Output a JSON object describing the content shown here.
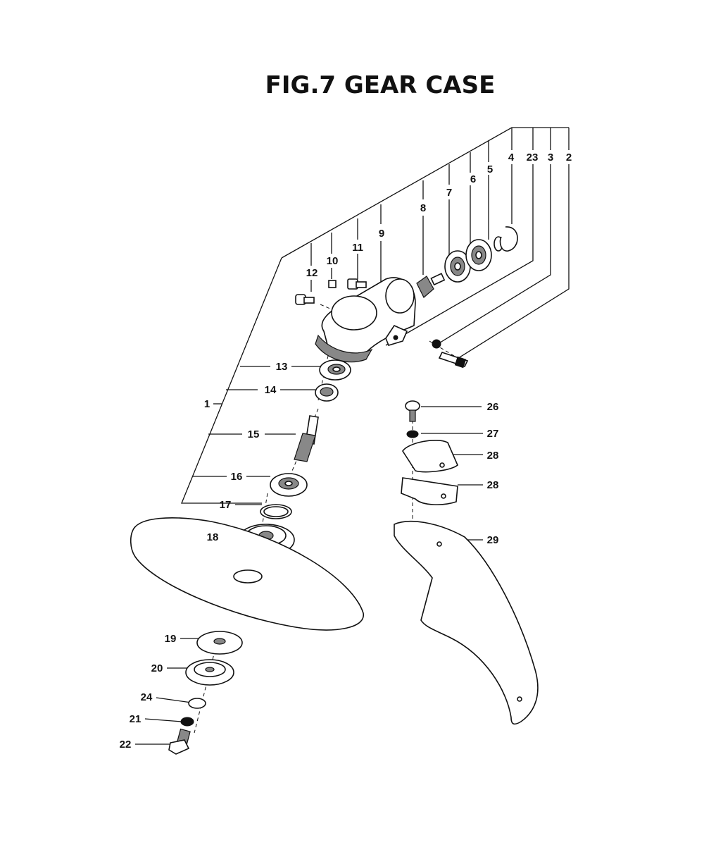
{
  "title": "FIG.7  GEAR CASE",
  "callouts": {
    "c1": "1",
    "c2": "2",
    "c3": "3",
    "c4": "4",
    "c5": "5",
    "c6": "6",
    "c7": "7",
    "c8": "8",
    "c9": "9",
    "c10": "10",
    "c11": "11",
    "c12": "12",
    "c13": "13",
    "c14": "14",
    "c15": "15",
    "c16": "16",
    "c17": "17",
    "c18": "18",
    "c19": "19",
    "c20": "20",
    "c21": "21",
    "c22": "22",
    "c23": "23",
    "c24": "24",
    "c26": "26",
    "c27": "27",
    "c28a": "28",
    "c28b": "28",
    "c29": "29"
  },
  "colors": {
    "ink": "#111111",
    "paper": "#ffffff"
  }
}
